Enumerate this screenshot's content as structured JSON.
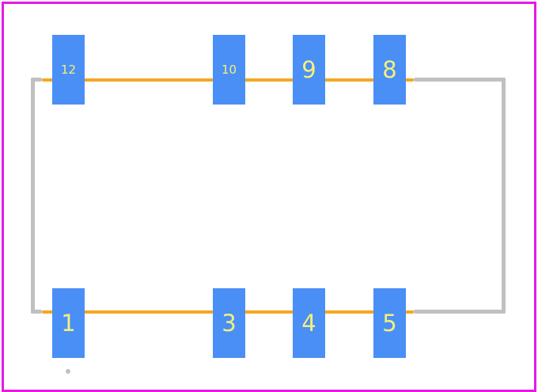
{
  "colors": {
    "board_outline": "#e619e6",
    "silkscreen": "#c0c0c0",
    "track": "#f5a623",
    "pad": "#4a8ff5",
    "pad_label": "#f5f07a",
    "background": "#ffffff"
  },
  "pads": {
    "p12": "12",
    "p10": "10",
    "p9": "9",
    "p8": "8",
    "p1": "1",
    "p3": "3",
    "p4": "4",
    "p5": "5"
  }
}
